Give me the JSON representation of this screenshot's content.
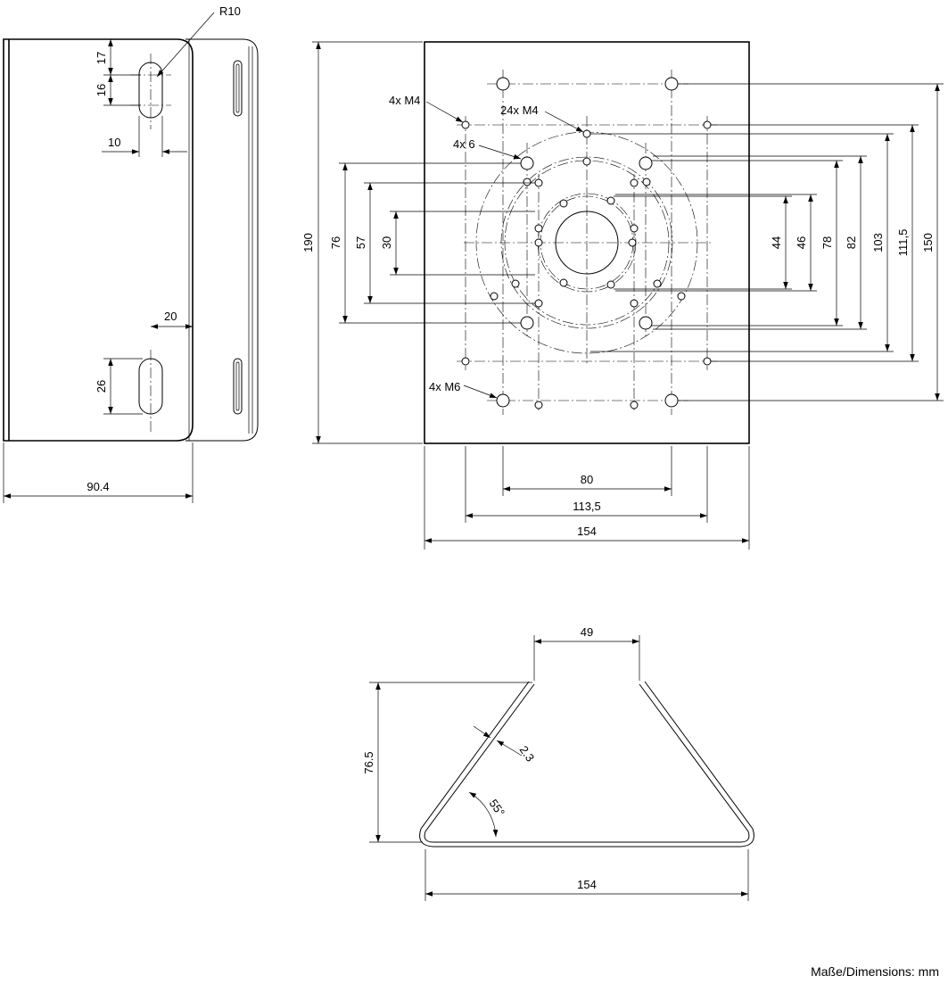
{
  "side_view": {
    "radius_label": "R10",
    "dim_17": "17",
    "dim_16": "16",
    "dim_10": "10",
    "dim_20": "20",
    "dim_26": "26",
    "dim_width": "90.4"
  },
  "front_view": {
    "callout_m4_corner": "4x M4",
    "callout_m4_pattern": "24x M4",
    "callout_holes_6": "4x 6",
    "callout_m6": "4x M6",
    "dim_height": "190",
    "dim_76": "76",
    "dim_57": "57",
    "dim_30": "30",
    "dim_44": "44",
    "dim_46": "46",
    "dim_78": "78",
    "dim_82": "82",
    "dim_103": "103",
    "dim_111_5": "111,5",
    "dim_150": "150",
    "dim_80": "80",
    "dim_113_5": "113,5",
    "dim_width": "154"
  },
  "top_view": {
    "dim_49": "49",
    "dim_thickness": "2.3",
    "dim_height": "76.5",
    "dim_angle": "55°",
    "dim_width": "154"
  },
  "units_note": "Maße/Dimensions: mm"
}
